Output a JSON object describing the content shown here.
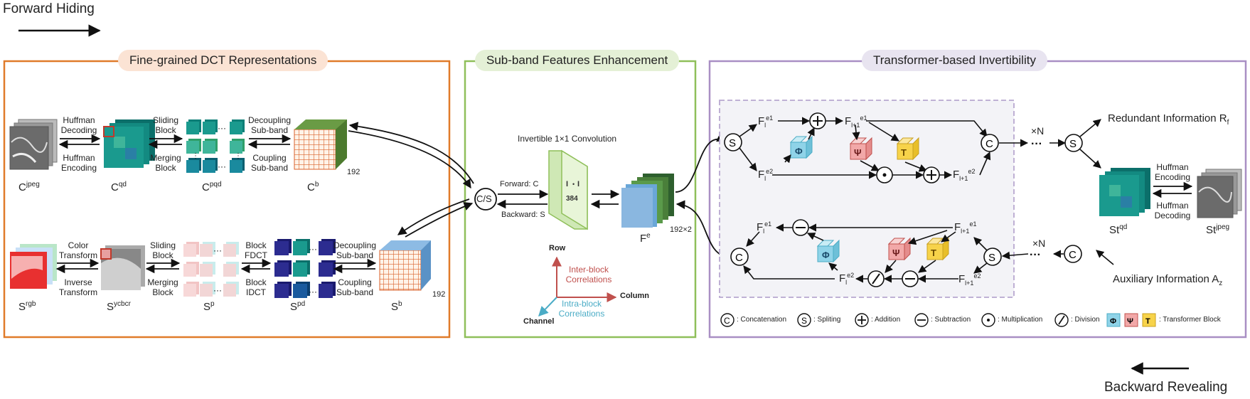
{
  "header": {
    "forward_hiding": "Forward Hiding",
    "backward_revealing": "Backward Revealing"
  },
  "panels": {
    "dct": {
      "title": "Fine-grained DCT Representations",
      "top": {
        "huffman_decoding": "Huffman\nDecoding",
        "huffman_encoding": "Huffman\nEncoding",
        "sliding_block": "Sliding\nBlock",
        "merging_block": "Merging\nBlock",
        "decoupling": "Decoupling\nSub-band",
        "coupling": "Coupling\nSub-band",
        "c_jpeg": "C",
        "c_jpeg_sup": "jpeg",
        "c_qd": "C",
        "c_qd_sup": "qd",
        "c_pqd": "C",
        "c_pqd_sup": "pqd",
        "c_b": "C",
        "c_b_sup": "b",
        "dim": "192"
      },
      "bottom": {
        "color_transform": "Color\nTransform",
        "inverse_transform": "Inverse\nTransform",
        "sliding_block": "Sliding\nBlock",
        "merging_block": "Merging\nBlock",
        "block_fdct": "Block\nFDCT",
        "block_idct": "Block\nIDCT",
        "decoupling": "Decoupling\nSub-band",
        "coupling": "Coupling\nSub-band",
        "s_rgb": "S",
        "s_rgb_sup": "rgb",
        "s_ycbcr": "S",
        "s_ycbcr_sup": "ycbcr",
        "s_p": "S",
        "s_p_sup": "p",
        "s_pd": "S",
        "s_pd_sup": "pd",
        "s_b": "S",
        "s_b_sup": "b",
        "dim": "192"
      }
    },
    "subband": {
      "title": "Sub-band Features Enhancement",
      "conv_label": "Invertible 1×1 Convolution",
      "cs_node": "C/S",
      "forward": "Forward: C",
      "backward": "Backward: S",
      "fe": "F",
      "fe_sup": "e",
      "dim": "192×2",
      "axes": {
        "row": "Row",
        "column": "Column",
        "channel": "Channel",
        "inter": "Inter-block\nCorrelations",
        "intra": "Intra-block\nCorrelations"
      }
    },
    "transformer": {
      "title": "Transformer-based Invertibility",
      "times_n": "×N",
      "redundant": "Redundant Information R",
      "redundant_sub": "f",
      "auxiliary": "Auxiliary Information A",
      "auxiliary_sub": "z",
      "huffman_encoding": "Huffman\nEncoding",
      "huffman_decoding": "Huffman\nDecoding",
      "st_qd": "St",
      "st_qd_sup": "qd",
      "st_jpeg": "St",
      "st_jpeg_sup": "jpeg",
      "legend": {
        "concatenation": ": Concatenation",
        "spliting": ": Spliting",
        "addition": ": Addition",
        "subtraction": ": Subtraction",
        "multiplication": ": Multiplication",
        "division": ": Division",
        "transformer_block": ": Transformer Block"
      }
    }
  },
  "colors": {
    "dct_border": "#e07b2a",
    "dct_title_bg": "#fbe3d4",
    "subband_border": "#8fbf5a",
    "subband_title_bg": "#e4f0d6",
    "transformer_border": "#a98fc4",
    "transformer_title_bg": "#e8e4f0",
    "phi": "#8fd3e8",
    "psi": "#f2a8a8",
    "tau": "#f7d34a"
  }
}
